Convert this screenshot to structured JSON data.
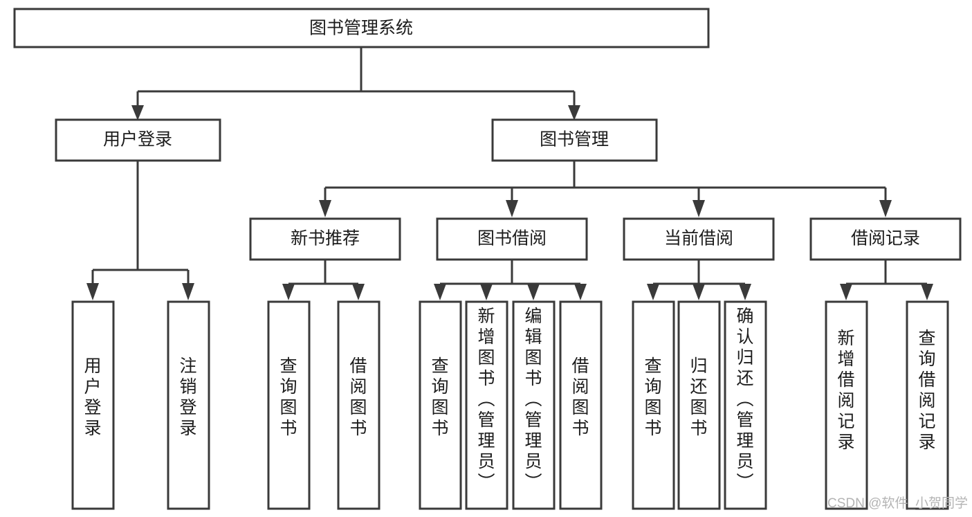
{
  "diagram": {
    "type": "tree-hierarchy",
    "title": "图书管理系统",
    "watermark": "CSDN @软件_小贺同学",
    "colors": {
      "box_stroke": "#3a3a3a",
      "box_fill": "#ffffff",
      "text": "#1c1c1c",
      "connector": "#3a3a3a",
      "watermark": "#b4b4b4",
      "background": "#ffffff"
    },
    "root": {
      "label": "图书管理系统",
      "orientation": "horizontal"
    },
    "level2": [
      {
        "label": "用户登录",
        "orientation": "horizontal"
      },
      {
        "label": "图书管理",
        "orientation": "horizontal"
      }
    ],
    "level3": [
      {
        "label": "新书推荐",
        "orientation": "horizontal",
        "parent": "图书管理"
      },
      {
        "label": "图书借阅",
        "orientation": "horizontal",
        "parent": "图书管理"
      },
      {
        "label": "当前借阅",
        "orientation": "horizontal",
        "parent": "图书管理"
      },
      {
        "label": "借阅记录",
        "orientation": "horizontal",
        "parent": "图书管理"
      }
    ],
    "leaves": {
      "用户登录": [
        {
          "label": "用户登录",
          "orientation": "vertical"
        },
        {
          "label": "注销登录",
          "orientation": "vertical"
        }
      ],
      "新书推荐": [
        {
          "label": "查询图书",
          "orientation": "vertical"
        },
        {
          "label": "借阅图书",
          "orientation": "vertical"
        }
      ],
      "图书借阅": [
        {
          "label": "查询图书",
          "orientation": "vertical"
        },
        {
          "label": "新增图书（管理员）",
          "orientation": "vertical"
        },
        {
          "label": "编辑图书（管理员）",
          "orientation": "vertical"
        },
        {
          "label": "借阅图书",
          "orientation": "vertical"
        }
      ],
      "当前借阅": [
        {
          "label": "查询图书",
          "orientation": "vertical"
        },
        {
          "label": "归还图书",
          "orientation": "vertical"
        },
        {
          "label": "确认归还（管理员）",
          "orientation": "vertical"
        }
      ],
      "借阅记录": [
        {
          "label": "新增借阅记录",
          "orientation": "vertical"
        },
        {
          "label": "查询借阅记录",
          "orientation": "vertical"
        }
      ]
    }
  }
}
